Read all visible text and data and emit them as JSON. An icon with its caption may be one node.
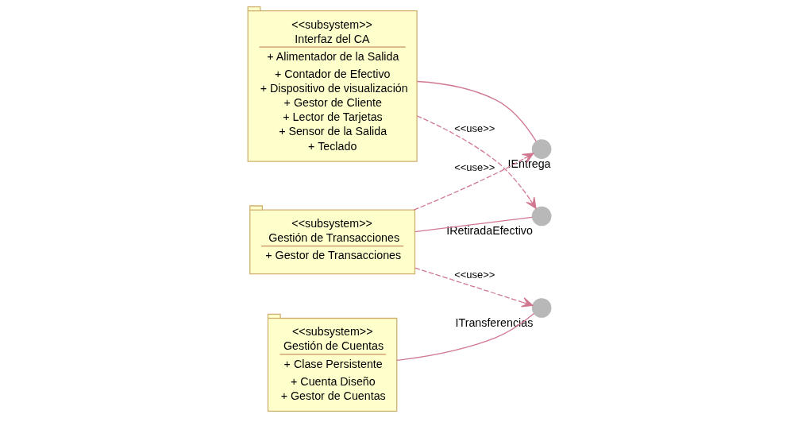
{
  "diagram": {
    "nodes": [
      {
        "text": [
          "<<subsystem>>",
          "Interfaz del CA",
          "+ Alimentador de la Salida",
          "+ Contador de Efectivo",
          "+ Dispositivo de visualización",
          "+ Gestor de Cliente",
          "+ Lector de Tarjetas",
          "+ Sensor de la Salida",
          "+ Teclado"
        ]
      },
      {
        "text": [
          "<<subsystem>>",
          "Gestión de Transacciones",
          "+ Gestor de Transacciones"
        ]
      },
      {
        "text": [],
        "shape": "circle",
        "beside": [
          "IRetiradaEfectivo"
        ]
      },
      {
        "text": [],
        "shape": "circle",
        "beside": [
          "IEntrega"
        ]
      },
      {
        "text": [],
        "shape": "circle",
        "beside": [
          "ITransferencias"
        ]
      },
      {
        "text": [
          "<<subsystem>>",
          "Gestión de Cuentas",
          "+ Clase Persistente",
          "+ Cuenta Diseño",
          "+ Gestor de Cuentas"
        ]
      }
    ],
    "edges": [
      {
        "from": 0,
        "to": 2,
        "arrow": "to",
        "style": "dashed",
        "label": "<<use>>"
      },
      {
        "from": 1,
        "to": 2,
        "arrow": "none"
      },
      {
        "from": 1,
        "to": 3,
        "arrow": "to",
        "style": "dashed",
        "label": "<<use>>"
      },
      {
        "from": 0,
        "to": 3,
        "arrow": "none"
      },
      {
        "from": 1,
        "to": 4,
        "arrow": "to",
        "style": "dashed",
        "label": "<<use>>"
      },
      {
        "from": 5,
        "to": 4,
        "arrow": "none"
      }
    ]
  }
}
